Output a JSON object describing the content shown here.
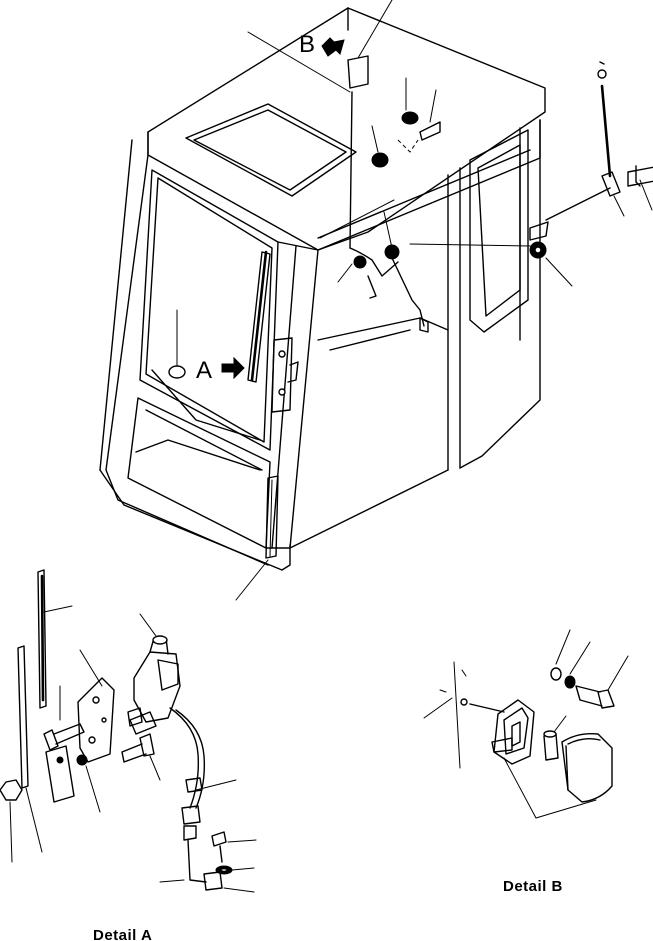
{
  "callouts": {
    "view_a": "A",
    "view_b": "B"
  },
  "captions": {
    "detail_a": "Detail  A",
    "detail_b": "Detail  B"
  }
}
